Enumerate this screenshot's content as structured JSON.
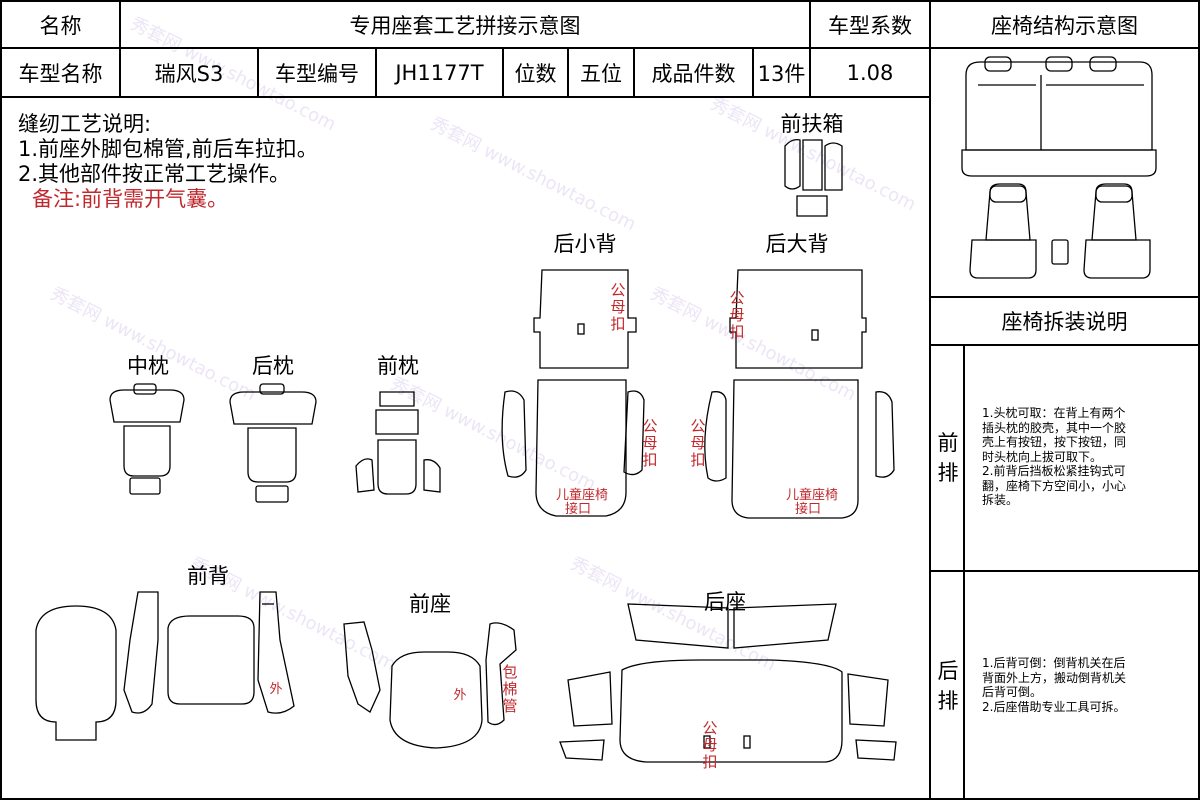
{
  "header": {
    "name_label": "名称",
    "title": "专用座套工艺拼接示意图",
    "coef_label": "车型系数",
    "struct_title": "座椅结构示意图"
  },
  "info_row": {
    "model_name_label": "车型名称",
    "model_name": "瑞风S3",
    "model_no_label": "车型编号",
    "model_no": "JH1177T",
    "seats_label": "位数",
    "seats": "五位",
    "pieces_label": "成品件数",
    "pieces": "13件",
    "coef": "1.08"
  },
  "notes": {
    "heading": "缝纫工艺说明:",
    "line1": "1.前座外脚包棉管,前后车拉扣。",
    "line2": "2.其他部件按正常工艺操作。",
    "remark": "备注:前背需开气囊。"
  },
  "parts": {
    "front_armrest": "前扶箱",
    "rear_small_back": "后小背",
    "rear_large_back": "后大背",
    "middle_pillow": "中枕",
    "rear_pillow": "后枕",
    "front_pillow": "前枕",
    "front_back": "前背",
    "front_seat": "前座",
    "rear_seat": "后座"
  },
  "markers": {
    "snap": "公母扣",
    "child_seat_1": "儿童座椅",
    "child_seat_2": "接口",
    "outer": "外",
    "wrap_tube": "包棉管"
  },
  "side": {
    "disassembly_title": "座椅拆装说明",
    "front_row": "前排",
    "rear_row": "后排",
    "front_text": [
      "1.头枕可取：在背上有两个",
      "插头枕的胶壳，其中一个胶",
      "壳上有按钮，按下按钮，同",
      "时头枕向上拔可取下。",
      "2.前背后挡板松紧挂钩式可",
      "翻，座椅下方空间小，小心",
      "拆装。"
    ],
    "rear_text": [
      "1.后背可倒：倒背机关在后",
      "背面外上方，搬动倒背机关",
      "后背可倒。",
      "2.后座借助专业工具可拆。"
    ]
  },
  "watermarks": [
    "秀套网 www.showtao.com"
  ]
}
